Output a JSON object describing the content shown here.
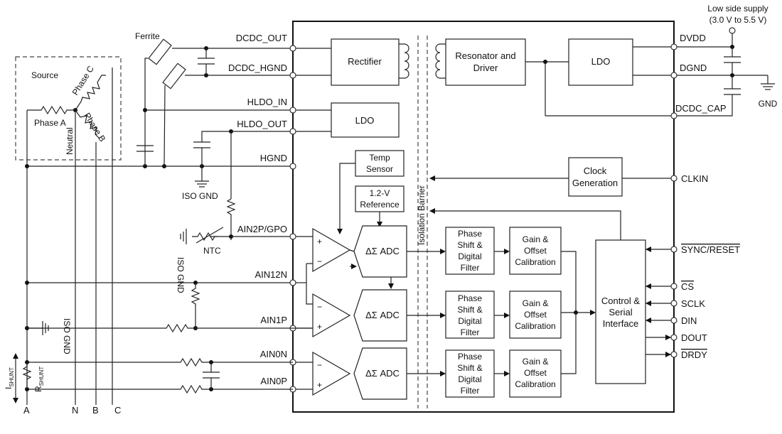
{
  "supply": {
    "title": "Low side supply",
    "range": "(3.0 V to 5.5 V)",
    "gnd": "GND"
  },
  "source": {
    "title": "Source",
    "phase_a": "Phase A",
    "phase_b": "Phase B",
    "phase_c": "Phase C",
    "neutral": "Neutral"
  },
  "external": {
    "ferrite": "Ferrite",
    "iso_gnd": "ISO GND",
    "ntc": "NTC",
    "ishunt_i": "I",
    "ishunt_sub": "SHUNT",
    "rshunt_r": "R",
    "rshunt_sub": "SHUNT"
  },
  "pins_left": {
    "dcdc_out": "DCDC_OUT",
    "dcdc_hgnd": "DCDC_HGND",
    "hldo_in": "HLDO_IN",
    "hldo_out": "HLDO_OUT",
    "hgnd": "HGND",
    "ain2p": "AIN2P/GPO",
    "ain12n": "AIN12N",
    "ain1p": "AIN1P",
    "ain0n": "AIN0N",
    "ain0p": "AIN0P"
  },
  "pins_right": {
    "dvdd": "DVDD",
    "dgnd": "DGND",
    "dcdc_cap": "DCDC_CAP",
    "clkin": "CLKIN",
    "sync_reset": "SYNC/RESET",
    "cs": "CS",
    "sclk": "SCLK",
    "din": "DIN",
    "dout": "DOUT",
    "drdy": "DRDY"
  },
  "blocks": {
    "rectifier": "Rectifier",
    "resonator_1": "Resonator and",
    "resonator_2": "Driver",
    "ldo": "LDO",
    "temp_1": "Temp",
    "temp_2": "Sensor",
    "ref_1": "1.2-V",
    "ref_2": "Reference",
    "clock_1": "Clock",
    "clock_2": "Generation",
    "adc": "ΔΣ ADC",
    "filter_1": "Phase",
    "filter_2": "Shift &",
    "filter_3": "Digital",
    "filter_4": "Filter",
    "cal_1": "Gain &",
    "cal_2": "Offset",
    "cal_3": "Calibration",
    "ctrl_1": "Control &",
    "ctrl_2": "Serial",
    "ctrl_3": "Interface",
    "isolation": "Isolation Barrier"
  },
  "bottom_labels": [
    "A",
    "N",
    "B",
    "C"
  ]
}
